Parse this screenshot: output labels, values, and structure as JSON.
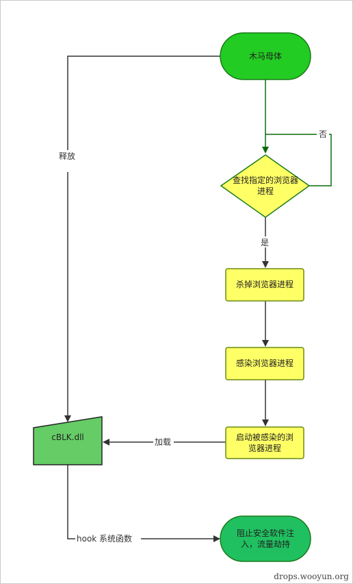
{
  "nodes": {
    "trojan_parent": "木马母体",
    "find_browser_line1": "查找指定的浏览器",
    "find_browser_line2": "进程",
    "kill_browser": "杀掉浏览器进程",
    "infect_browser": "感染浏览器进程",
    "start_infected_line1": "启动被感染的浏",
    "start_infected_line2": "览器进程",
    "cblk_dll": "cBLK.dll",
    "block_line1": "阻止安全软件注",
    "block_line2": "入，流量劫持"
  },
  "edges": {
    "release": "释放",
    "no": "否",
    "yes": "是",
    "load": "加载",
    "hook": "hook 系统函数"
  },
  "watermark": "drops.wooyun.org",
  "colors": {
    "dark_green": "#1a7a1a",
    "bright_green": "#22cc22",
    "medium_green": "#66cc66",
    "yellow": "#ffff66",
    "olive_border": "#6a8a10",
    "teal_green": "#20c060",
    "line": "#333333"
  }
}
